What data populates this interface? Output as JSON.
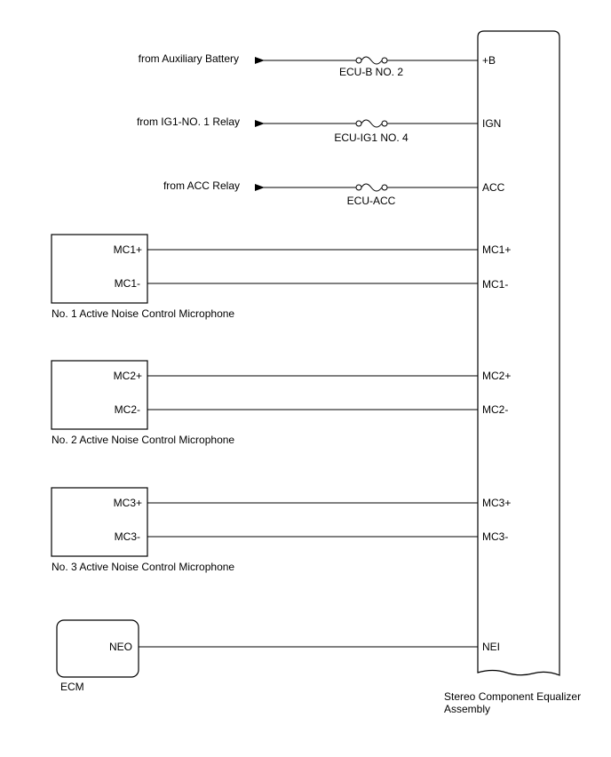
{
  "power_inputs": [
    {
      "source": "from Auxiliary Battery",
      "fuse": "ECU-B NO. 2",
      "terminal": "+B"
    },
    {
      "source": "from IG1-NO. 1 Relay",
      "fuse": "ECU-IG1 NO. 4",
      "terminal": "IGN"
    },
    {
      "source": "from ACC Relay",
      "fuse": "ECU-ACC",
      "terminal": "ACC"
    }
  ],
  "microphones": [
    {
      "name": "No. 1 Active Noise Control Microphone",
      "pin_pos": "MC1+",
      "pin_neg": "MC1-",
      "term_pos": "MC1+",
      "term_neg": "MC1-"
    },
    {
      "name": "No. 2 Active Noise Control Microphone",
      "pin_pos": "MC2+",
      "pin_neg": "MC2-",
      "term_pos": "MC2+",
      "term_neg": "MC2-"
    },
    {
      "name": "No. 3 Active Noise Control Microphone",
      "pin_pos": "MC3+",
      "pin_neg": "MC3-",
      "term_pos": "MC3+",
      "term_neg": "MC3-"
    }
  ],
  "ecm": {
    "name": "ECM",
    "pin": "NEO",
    "terminal": "NEI"
  },
  "equalizer": {
    "name_line1": "Stereo Component Equalizer",
    "name_line2": "Assembly"
  }
}
